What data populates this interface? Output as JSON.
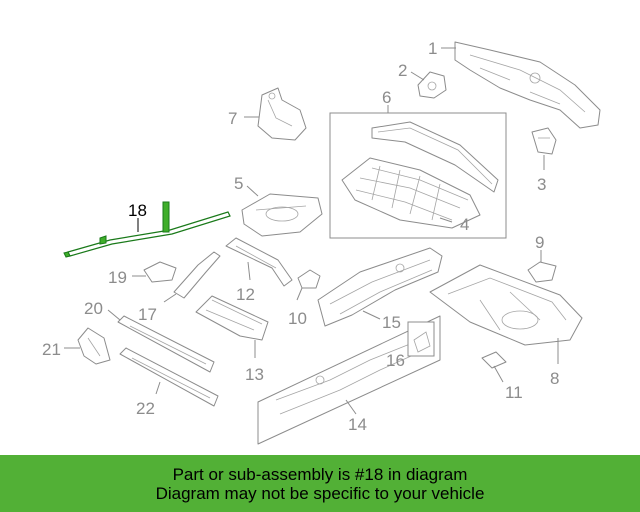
{
  "callouts": {
    "c1": "1",
    "c2": "2",
    "c3": "3",
    "c4": "4",
    "c5": "5",
    "c6": "6",
    "c7": "7",
    "c8": "8",
    "c9": "9",
    "c10": "10",
    "c11": "11",
    "c12": "12",
    "c13": "13",
    "c14": "14",
    "c15": "15",
    "c16": "16",
    "c17": "17",
    "c18": "18",
    "c19": "19",
    "c20": "20",
    "c21": "21",
    "c22": "22"
  },
  "highlighted_part": "18",
  "colors": {
    "banner": "#52b036",
    "highlight": "#3fae2a",
    "line_art": "#8c8c8c"
  },
  "banner": {
    "line1": "Part or sub-assembly is #18 in diagram",
    "line2": "Diagram may not be specific to your vehicle"
  }
}
